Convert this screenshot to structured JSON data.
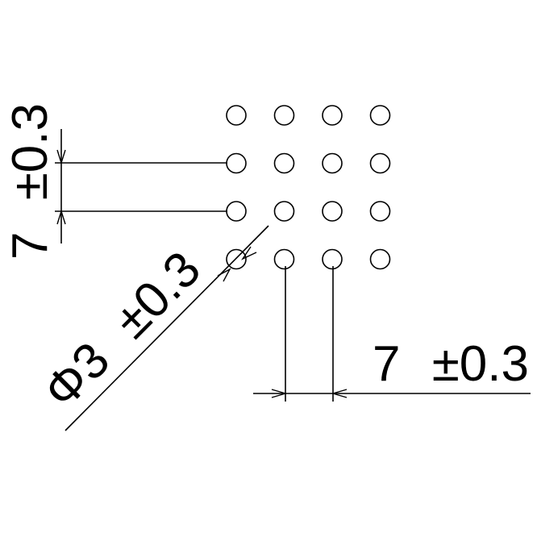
{
  "hole_grid": {
    "rows": 4,
    "columns": 4
  },
  "dimensions": {
    "vertical_pitch": {
      "value": "7",
      "tolerance": "±0.3"
    },
    "horizontal_pitch": {
      "value": "7",
      "tolerance": "±0.3"
    },
    "hole_diameter": {
      "value": "Φ3",
      "tolerance": "±0.3"
    }
  },
  "colors": {
    "line": "#000000",
    "background": "#ffffff"
  }
}
